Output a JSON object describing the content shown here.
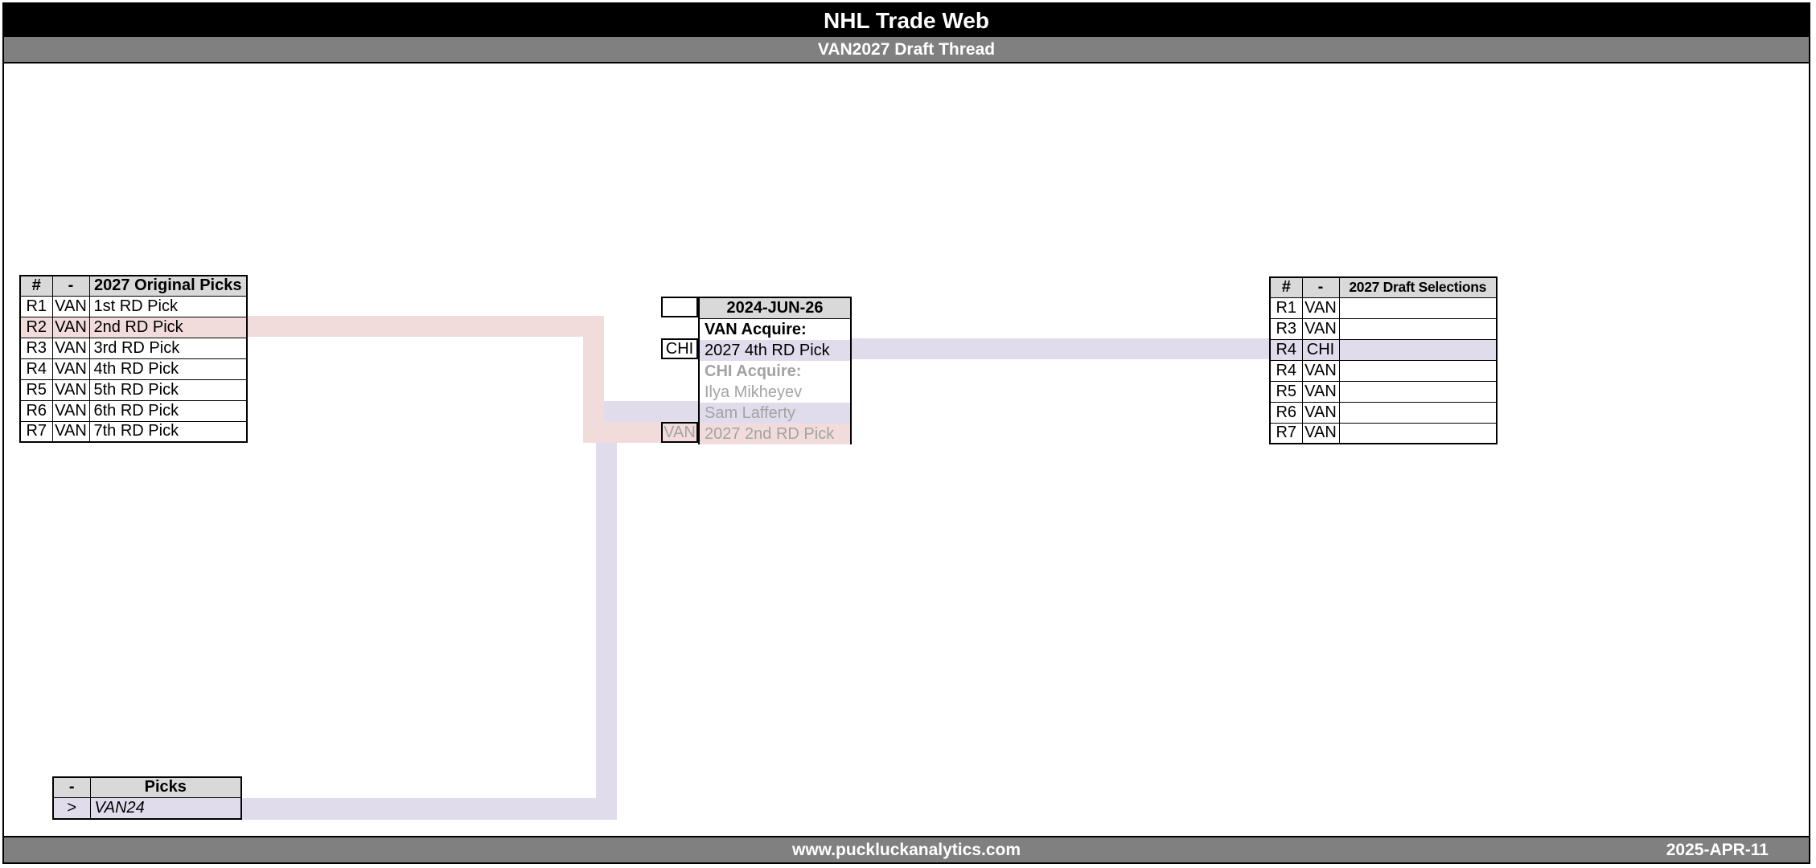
{
  "header": {
    "title": "NHL Trade Web",
    "subtitle": "VAN2027 Draft Thread"
  },
  "footer": {
    "website": "www.puckluckanalytics.com",
    "date": "2025-APR-11"
  },
  "colors": {
    "accent_pink": "#f2dcdb",
    "accent_lavender": "#e1dcec",
    "header_fill": "#d9d9d9",
    "bar_gray": "#808080",
    "muted_text": "#a3a3a3",
    "title_bg": "#000000"
  },
  "original_picks": {
    "headers": [
      "#",
      "-",
      "2027 Original Picks"
    ],
    "rows": [
      {
        "num": "R1",
        "team": "VAN",
        "pick": "1st RD Pick"
      },
      {
        "num": "R2",
        "team": "VAN",
        "pick": "2nd RD Pick"
      },
      {
        "num": "R3",
        "team": "VAN",
        "pick": "3rd RD Pick"
      },
      {
        "num": "R4",
        "team": "VAN",
        "pick": "4th RD Pick"
      },
      {
        "num": "R5",
        "team": "VAN",
        "pick": "5th RD Pick"
      },
      {
        "num": "R6",
        "team": "VAN",
        "pick": "6th RD Pick"
      },
      {
        "num": "R7",
        "team": "VAN",
        "pick": "7th RD Pick"
      }
    ]
  },
  "trade": {
    "date": "2024-JUN-26",
    "rows": [
      {
        "team": "",
        "text": "VAN Acquire:"
      },
      {
        "team": "CHI",
        "text": "2027 4th RD Pick"
      },
      {
        "team": "",
        "text": "CHI Acquire:"
      },
      {
        "team": "",
        "text": "Ilya Mikheyev"
      },
      {
        "team": "",
        "text": "Sam Lafferty"
      },
      {
        "team": "VAN",
        "text": "2027 2nd RD Pick"
      }
    ]
  },
  "draft_selections": {
    "headers": [
      "#",
      "-",
      "2027 Draft Selections"
    ],
    "rows": [
      {
        "num": "R1",
        "team": "VAN",
        "selection": ""
      },
      {
        "num": "R3",
        "team": "VAN",
        "selection": ""
      },
      {
        "num": "R4",
        "team": "CHI",
        "selection": ""
      },
      {
        "num": "R4",
        "team": "VAN",
        "selection": ""
      },
      {
        "num": "R5",
        "team": "VAN",
        "selection": ""
      },
      {
        "num": "R6",
        "team": "VAN",
        "selection": ""
      },
      {
        "num": "R7",
        "team": "VAN",
        "selection": ""
      }
    ]
  },
  "picks_list": {
    "headers": [
      "-",
      "Picks"
    ],
    "rows": [
      {
        "marker": ">",
        "label": "VAN24"
      }
    ]
  }
}
